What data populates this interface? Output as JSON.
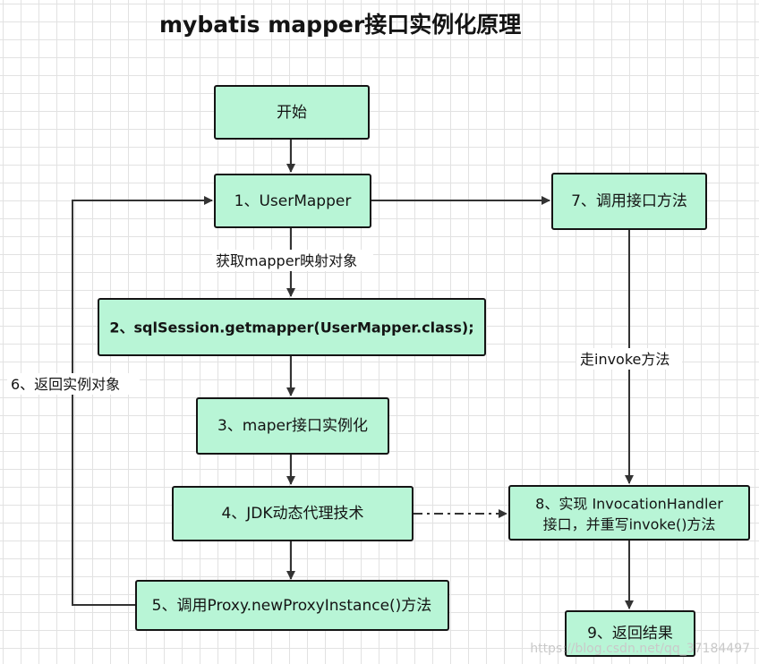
{
  "title": "mybatis mapper接口实例化原理",
  "nodes": {
    "start": "开始",
    "n1": "1、UserMapper",
    "n2": "2、sqlSession.getmapper(UserMapper.class);",
    "n3": "3、maper接口实例化",
    "n4": "4、JDK动态代理技术",
    "n5": "5、调用Proxy.newProxyInstance()方法",
    "n7": "7、调用接口方法",
    "n8_line1": "8、实现 InvocationHandler",
    "n8_line2": "接口，并重写invoke()方法",
    "n9": "9、返回结果"
  },
  "edge_labels": {
    "get_mapper": "获取mapper映射对象",
    "return_instance": "6、返回实例对象",
    "invoke": "走invoke方法"
  },
  "watermark": "https://blog.csdn.net/qq_37184497",
  "colors": {
    "node_fill": "#b8f5d6",
    "stroke": "#141414",
    "edge": "#333333",
    "grid": "#e2e2e2"
  }
}
